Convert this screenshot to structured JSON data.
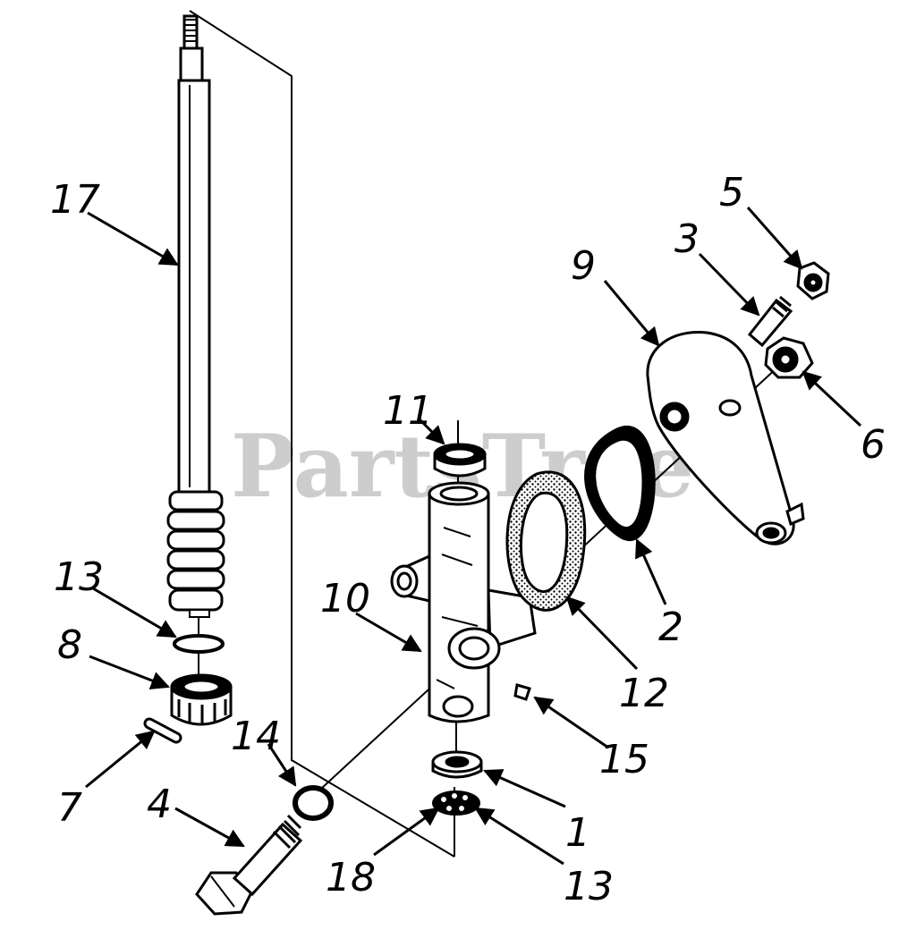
{
  "watermark": {
    "text": "PartsTree",
    "tm": "™"
  },
  "callouts": {
    "c17": "17",
    "c13a": "13",
    "c8": "8",
    "c7": "7",
    "c4": "4",
    "c14": "14",
    "c11": "11",
    "c10": "10",
    "c18": "18",
    "c13b": "13",
    "c1": "1",
    "c15": "15",
    "c12": "12",
    "c2": "2",
    "c9": "9",
    "c3": "3",
    "c5": "5",
    "c6": "6"
  }
}
